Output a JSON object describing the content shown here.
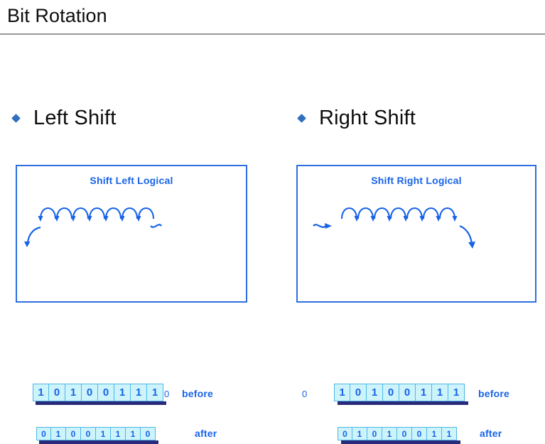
{
  "slide": {
    "title": "Bit Rotation"
  },
  "bullets": [
    {
      "label": "Left Shift",
      "icon": "diamond-bullet-icon"
    },
    {
      "label": "Right Shift",
      "icon": "diamond-bullet-icon"
    }
  ],
  "figures": [
    {
      "id": "shift-left-logical",
      "title": "Shift Left Logical",
      "before_bits": [
        "1",
        "0",
        "1",
        "0",
        "0",
        "1",
        "1",
        "1"
      ],
      "after_bits": [
        "0",
        "1",
        "0",
        "0",
        "1",
        "1",
        "1",
        "0"
      ],
      "before_label": "before",
      "after_label": "after",
      "carry_in": "0",
      "carry_side": "right",
      "direction": "left"
    },
    {
      "id": "shift-right-logical",
      "title": "Shift Right Logical",
      "before_bits": [
        "1",
        "0",
        "1",
        "0",
        "0",
        "1",
        "1",
        "1"
      ],
      "after_bits": [
        "0",
        "1",
        "0",
        "1",
        "0",
        "0",
        "1",
        "1"
      ],
      "before_label": "before",
      "after_label": "after",
      "carry_in": "0",
      "carry_side": "left",
      "direction": "right"
    }
  ],
  "colors": {
    "accent_blue": "#1763e8",
    "box_border": "#2d6fe0",
    "cell_fill": "#cdf4fb",
    "cell_border": "#4fb6e8",
    "shadow": "#2a2a7a",
    "bullet": "#2f6fc0",
    "rule": "#9a9a9a",
    "text": "#0d0d0d"
  }
}
